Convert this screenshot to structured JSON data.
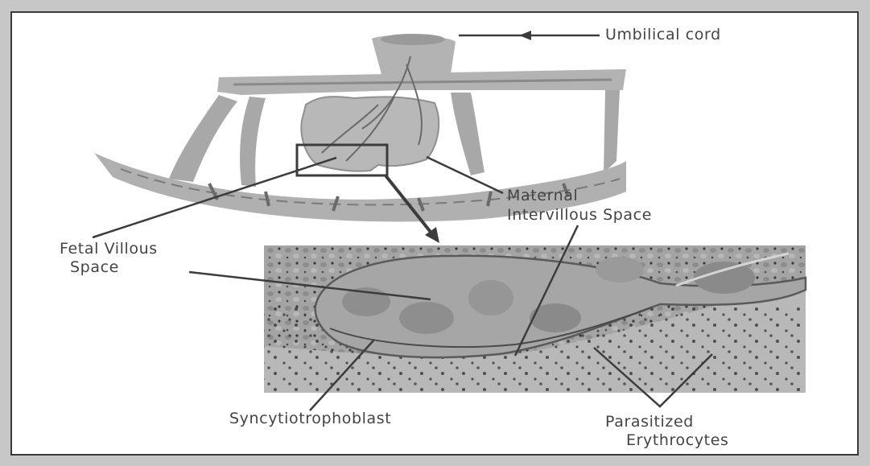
{
  "labels": {
    "umbilical_cord": "Umbilical cord",
    "maternal_line1": "Maternal",
    "maternal_line2": "Intervillous Space",
    "fetal_line1": "Fetal Villous",
    "fetal_line2": "Space",
    "syncytio": "Syncytiotrophoblast",
    "parasitized_line1": "Parasitized",
    "parasitized_line2": "Erythrocytes"
  },
  "colors": {
    "ink": "#444444",
    "tissue": "#b3b3b3",
    "tissue_dark": "#7a7a7a",
    "micrograph_bg": "#9c9c9c",
    "frame": "#c7c7c7"
  }
}
